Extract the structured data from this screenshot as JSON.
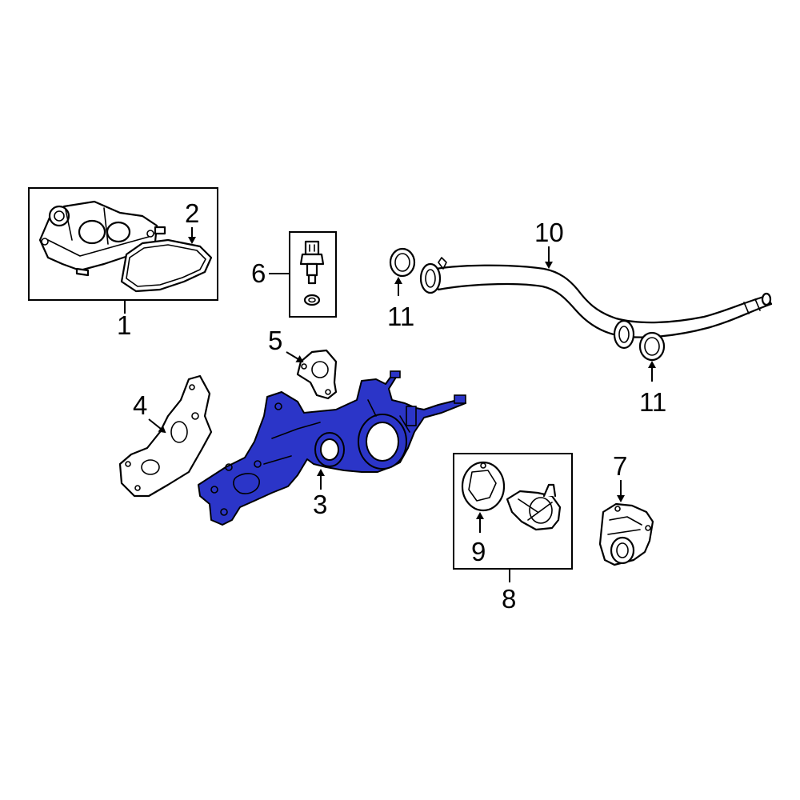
{
  "colors": {
    "highlight_part": "#2b35c8",
    "line": "#000000",
    "background": "#ffffff"
  },
  "callouts": {
    "c1": "1",
    "c2": "2",
    "c3": "3",
    "c4": "4",
    "c5": "5",
    "c6": "6",
    "c7": "7",
    "c8": "8",
    "c9": "9",
    "c10": "10",
    "c11a": "11",
    "c11b": "11"
  }
}
